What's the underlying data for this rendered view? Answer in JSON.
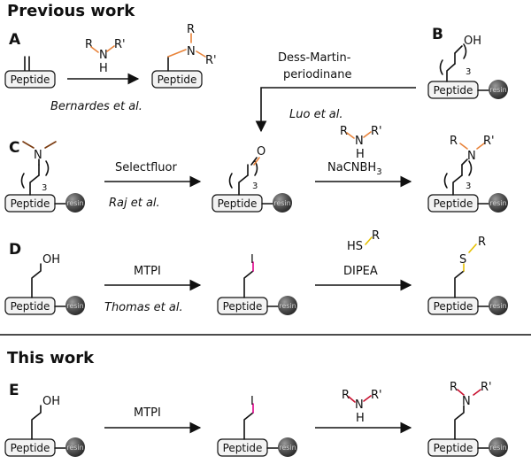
{
  "headers": {
    "previous": "Previous work",
    "this_work": "This work"
  },
  "panel_labels": {
    "A": "A",
    "B": "B",
    "C": "C",
    "D": "D",
    "E": "E"
  },
  "labels": {
    "peptide": "Peptide",
    "resin": "resin",
    "n3": "3"
  },
  "atoms": {
    "R": "R",
    "R_prime": "R'",
    "N": "N",
    "H": "H",
    "O": "O",
    "OH": "OH",
    "I": "I",
    "HS": "HS",
    "S": "S"
  },
  "reagents": {
    "dmp_line1": "Dess-Martin-",
    "dmp_line2": "periodinane",
    "selectfluor": "Selectfluor",
    "nacnbh3_main": "NaCNBH",
    "nacnbh3_sub": "3",
    "mtpi_d": "MTPI",
    "dipea": "DIPEA",
    "mtpi_e": "MTPI"
  },
  "citations": {
    "bernardes": "Bernardes et al.",
    "luo": "Luo et al.",
    "raj": "Raj et al.",
    "thomas": "Thomas et al."
  },
  "colors": {
    "amine_orange": "#e8833a",
    "amine_red": "#c8102e",
    "hydroxyl_blue": "#1f2ad6",
    "iodo_magenta": "#e0008c",
    "thiol_yellow": "#e6c000",
    "aldehyde_orange": "#e8833a",
    "dimethylamine_brown": "#7a3b10",
    "resin_grey": "#555555"
  },
  "icons": [
    "resin-bead-icon",
    "reaction-arrow-icon"
  ]
}
